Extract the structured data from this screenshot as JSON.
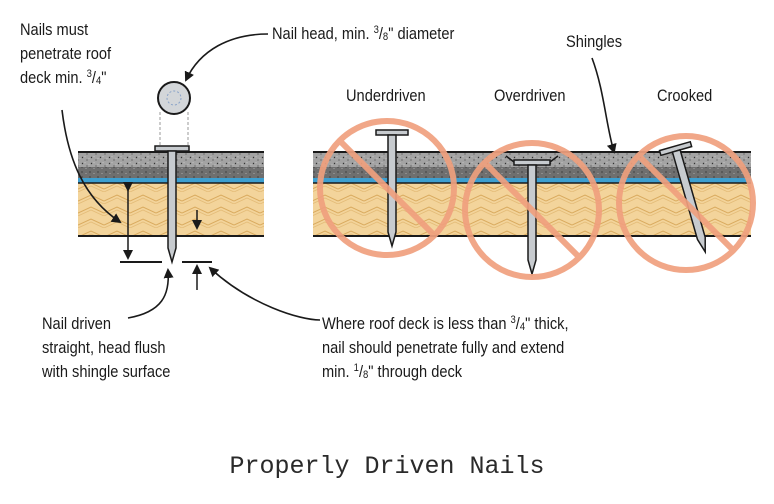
{
  "labels": {
    "nails_penetrate": [
      "Nails must",
      "penetrate roof"
    ],
    "nails_penetrate_deck": "deck min. ",
    "nails_penetrate_fraction": [
      "3",
      "4",
      "\""
    ],
    "nail_head_text": "Nail head, min. ",
    "nail_head_fraction": [
      "3",
      "8",
      "\""
    ],
    "nail_head_suffix": " diameter",
    "shingles": "Shingles",
    "underdriven": "Underdriven",
    "overdriven": "Overdriven",
    "crooked": "Crooked",
    "nail_driven": [
      "Nail driven",
      "straight, head flush",
      "with shingle surface"
    ],
    "roof_deck_line1_prefix": "Where roof deck is less than ",
    "roof_deck_line1_fraction": [
      "3",
      "4",
      "\""
    ],
    "roof_deck_line1_suffix": " thick,",
    "roof_deck_line2": "nail should penetrate fully and extend",
    "roof_deck_line3_prefix": "min. ",
    "roof_deck_line3_fraction": [
      "1",
      "8",
      "\""
    ],
    "roof_deck_line3_suffix": " through deck"
  },
  "caption": "Properly Driven Nails",
  "colors": {
    "shingle": "#a3a3a3",
    "underlayment": "#6f6f6f",
    "blue_layer": "#3d9fd0",
    "wood": "#f3d49b",
    "wood_grain": "#d9aa5e",
    "nail": "#c7cbcf",
    "prohibition": "#f0a07e",
    "ink": "#1a1a1a"
  },
  "icons": [
    "nail-head-icon",
    "prohibition-icon",
    "nail-icon"
  ]
}
